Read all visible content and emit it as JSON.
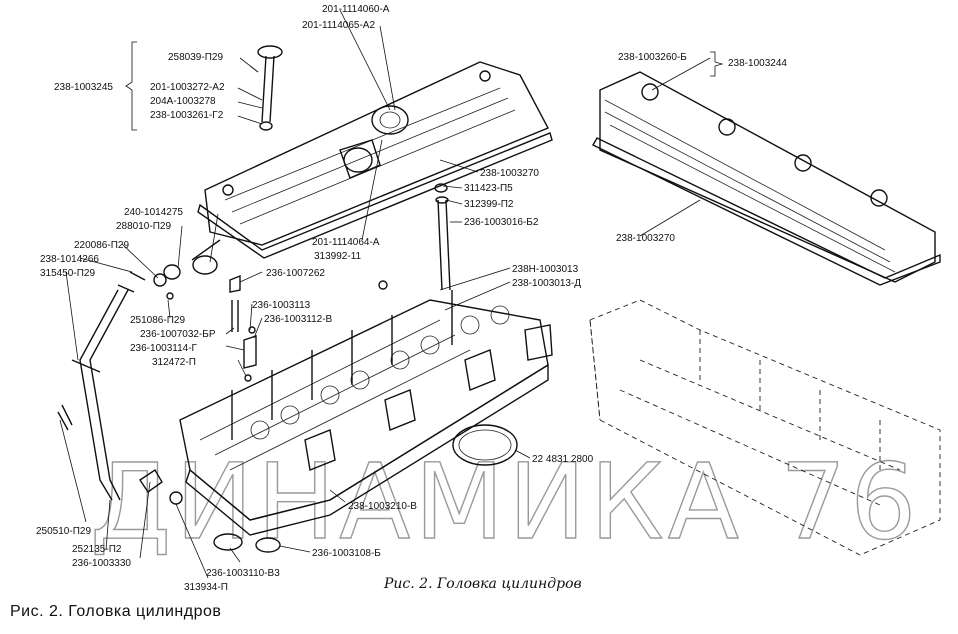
{
  "caption": "Рис. 2. Головка цилиндров",
  "figure_caption": "Рис. 2. Головка цилиндров",
  "watermark": "ДИНАМИКА 76",
  "labels": {
    "group_1003245": "238-1003245",
    "p258039": "258039-П29",
    "p201_1003272": "201-1003272-А2",
    "p204A_1003278": "204А-1003278",
    "p238_1003261": "238-1003261-Г2",
    "p201_1114060": "201-1114060-А",
    "p201_1114065": "201-1114065-А2",
    "p238_1003260": "238-1003260-Б",
    "group_1003244": "238-1003244",
    "p238_1003270_a": "238-1003270",
    "p311423": "311423-П5",
    "p312399": "312399-П2",
    "p236_1003016": "236-1003016-Б2",
    "p201_1114064": "201-1114064-А",
    "p313992": "313992-11",
    "p238_1003270_b": "238-1003270",
    "p240_1014275": "240-1014275",
    "p288010": "288010-П29",
    "p220086": "220086-П29",
    "p238_1014266": "238-1014266",
    "p315450": "315450-П29",
    "p236_1007262": "236-1007262",
    "p238H_1003013": "238Н-1003013",
    "p238_1003013_D": "238-1003013-Д",
    "p236_1003113": "236-1003113",
    "p236_1003112_V": "236-1003112-В",
    "p251086": "251086-П29",
    "p236_1007032": "236-1007032-БР",
    "p236_1003114": "236-1003114-Г",
    "p312472": "312472-П",
    "p22_4831": "22 4831 2800",
    "p238_1003210": "238-1003210-В",
    "p250510": "250510-П29",
    "p252135": "252135-П2",
    "p236_1003330": "236-1003330",
    "p236_1003110": "236-1003110-В3",
    "p313934": "313934-П",
    "p236_1003108": "236-1003108-Б"
  }
}
